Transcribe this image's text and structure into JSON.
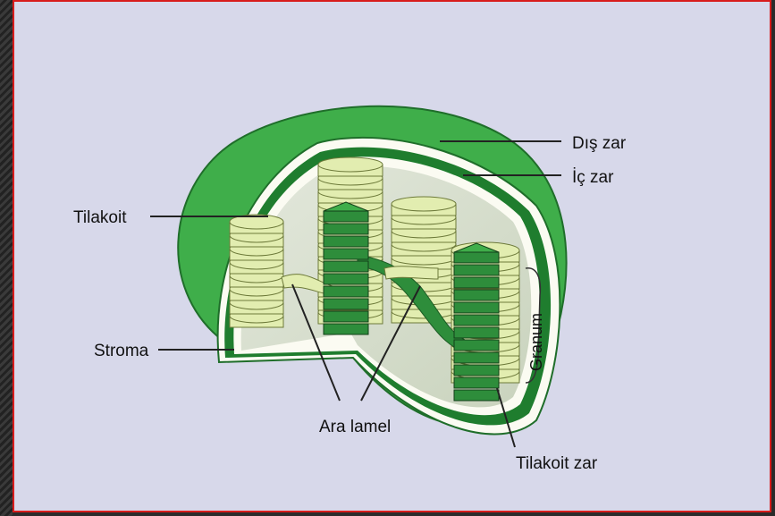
{
  "diagram": {
    "labels": {
      "dis_zar": "Dış zar",
      "ic_zar": "İç zar",
      "tilakoit": "Tilakoit",
      "stroma": "Stroma",
      "granum": "Granum",
      "ara_lamel": "Ara lamel",
      "tilakoit_zar": "Tilakoit zar"
    }
  },
  "colors": {
    "background": "#d7d8ea",
    "outer_membrane": "#3fae4a",
    "membrane_dark": "#1f7d2e",
    "stroma": "#d3dcc8",
    "thylakoid_light": "#e2edb0",
    "thylakoid_dark": "#2e8d3b",
    "frame_border": "#d81c1c"
  }
}
